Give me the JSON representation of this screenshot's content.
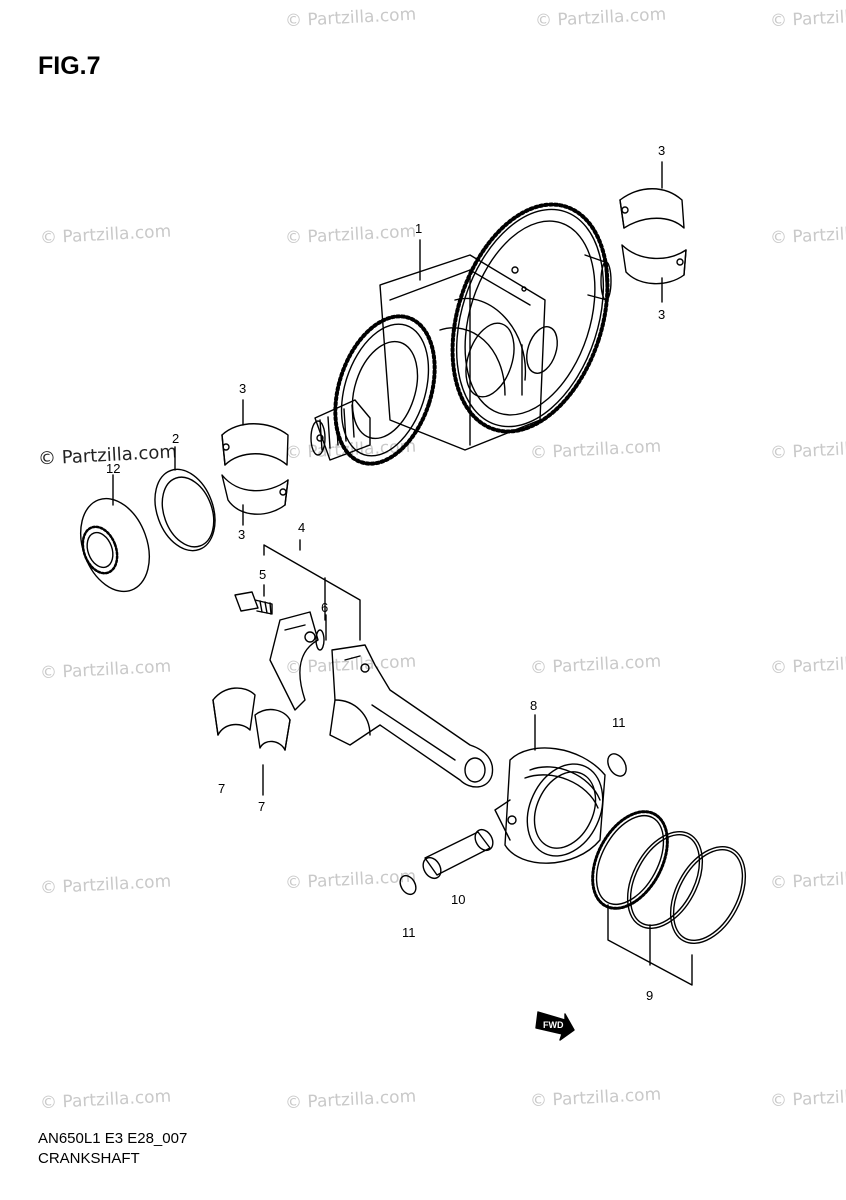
{
  "figure": {
    "title": "FIG.7"
  },
  "footer": {
    "code": "AN650L1 E3 E28_007",
    "name": "CRANKSHAFT"
  },
  "watermark": {
    "text": "© Partzilla.com",
    "prominent_text": "© Partzilla.com"
  },
  "callouts": {
    "n1": "1",
    "n2": "2",
    "n3a": "3",
    "n3b": "3",
    "n3c": "3",
    "n3d": "3",
    "n4": "4",
    "n5": "5",
    "n6": "6",
    "n7a": "7",
    "n7b": "7",
    "n8": "8",
    "n9": "9",
    "n10": "10",
    "n11a": "11",
    "n11b": "11",
    "n12": "12"
  },
  "colors": {
    "line": "#000000",
    "watermark": "#c9c9c9"
  }
}
